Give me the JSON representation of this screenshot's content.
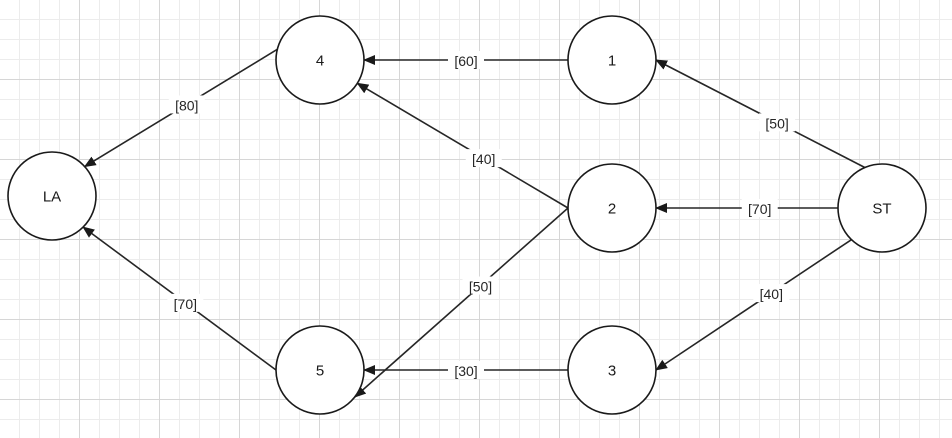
{
  "diagram": {
    "nodes": [
      {
        "id": "LA",
        "label": "LA"
      },
      {
        "id": "4",
        "label": "4"
      },
      {
        "id": "5",
        "label": "5"
      },
      {
        "id": "1",
        "label": "1"
      },
      {
        "id": "2",
        "label": "2"
      },
      {
        "id": "3",
        "label": "3"
      },
      {
        "id": "ST",
        "label": "ST"
      }
    ],
    "edges": [
      {
        "from": "1",
        "to": "4",
        "label": "[60]"
      },
      {
        "from": "4",
        "to": "LA",
        "label": "[80]"
      },
      {
        "from": "2",
        "to": "4",
        "label": "[40]"
      },
      {
        "from": "ST",
        "to": "1",
        "label": "[50]"
      },
      {
        "from": "ST",
        "to": "2",
        "label": "[70]"
      },
      {
        "from": "2",
        "to": "5",
        "label": "[50]"
      },
      {
        "from": "5",
        "to": "LA",
        "label": "[70]"
      },
      {
        "from": "ST",
        "to": "3",
        "label": "[40]"
      },
      {
        "from": "3",
        "to": "5",
        "label": "[30]"
      }
    ]
  }
}
